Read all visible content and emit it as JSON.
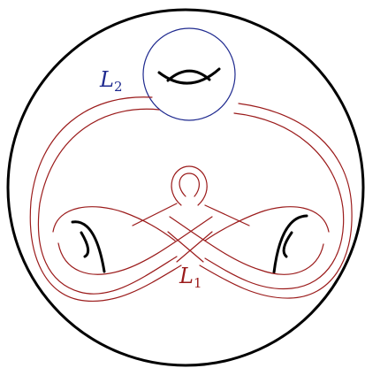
{
  "colors": {
    "outer": "#000000",
    "genus": "#000000",
    "L1": "#9b1b1b",
    "L2": "#1f2a8f"
  },
  "labels": {
    "L1": {
      "main": "L",
      "sub": "1"
    },
    "L2": {
      "main": "L",
      "sub": "2"
    }
  }
}
